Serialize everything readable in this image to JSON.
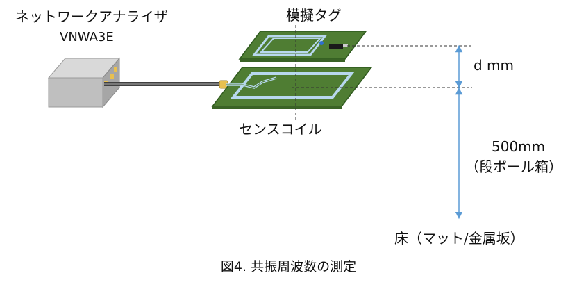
{
  "labels": {
    "analyzer": "ネットワークアナライザ",
    "analyzer_model": "VNWA3E",
    "tag": "模擬タグ",
    "coil": "センスコイル",
    "distance": "d mm",
    "height": "500mm",
    "box": "（段ボール箱）",
    "floor": "床（マット/金属坂）"
  },
  "caption": "図4. 共振周波数の測定",
  "colors": {
    "pcb": "#4f7d33",
    "pcb_edge": "#2f5a1e",
    "trace": "#b8d8ee",
    "arrow": "#5b9bd5",
    "device": "#bdbdbd",
    "cable": "#444444",
    "connector": "#e8c050"
  }
}
